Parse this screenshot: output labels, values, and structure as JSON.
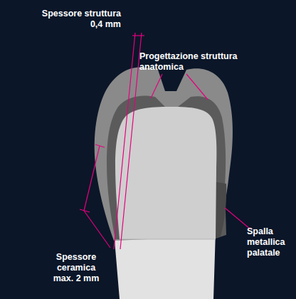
{
  "diagram": {
    "labels": [
      "Spessore struttura 0,4 mm",
      "Progettazione struttura anatomica",
      "Spalla metallica palatale",
      "Spessore ceramica max. 2 mm"
    ]
  }
}
